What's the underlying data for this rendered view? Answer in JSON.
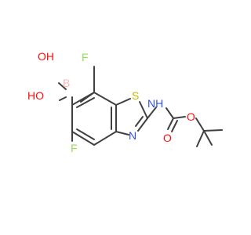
{
  "molecule": {
    "atoms": {
      "oh_top": {
        "label": "OH",
        "letters": [
          "O",
          "H"
        ]
      },
      "oh_bottom": {
        "label": "HO",
        "letters": [
          "H",
          "O"
        ]
      },
      "boron": {
        "label": "B"
      },
      "fluoro_top": {
        "label": "F"
      },
      "fluoro_bottom": {
        "label": "F"
      },
      "sulfur": {
        "label": "S"
      },
      "nitrogen_ring": {
        "label": "N"
      },
      "amide_nh": {
        "label": "NH",
        "letters": [
          "N",
          "H"
        ]
      },
      "carbonyl_o": {
        "label": "O"
      },
      "ester_o": {
        "label": "O"
      }
    },
    "colors": {
      "bond": "#404040",
      "oxygen": "#ff0d0d",
      "boron": "#ffb5b5",
      "fluorine": "#90e050",
      "sulfur": "#c6b900",
      "nitrogen": "#3050f8"
    }
  }
}
